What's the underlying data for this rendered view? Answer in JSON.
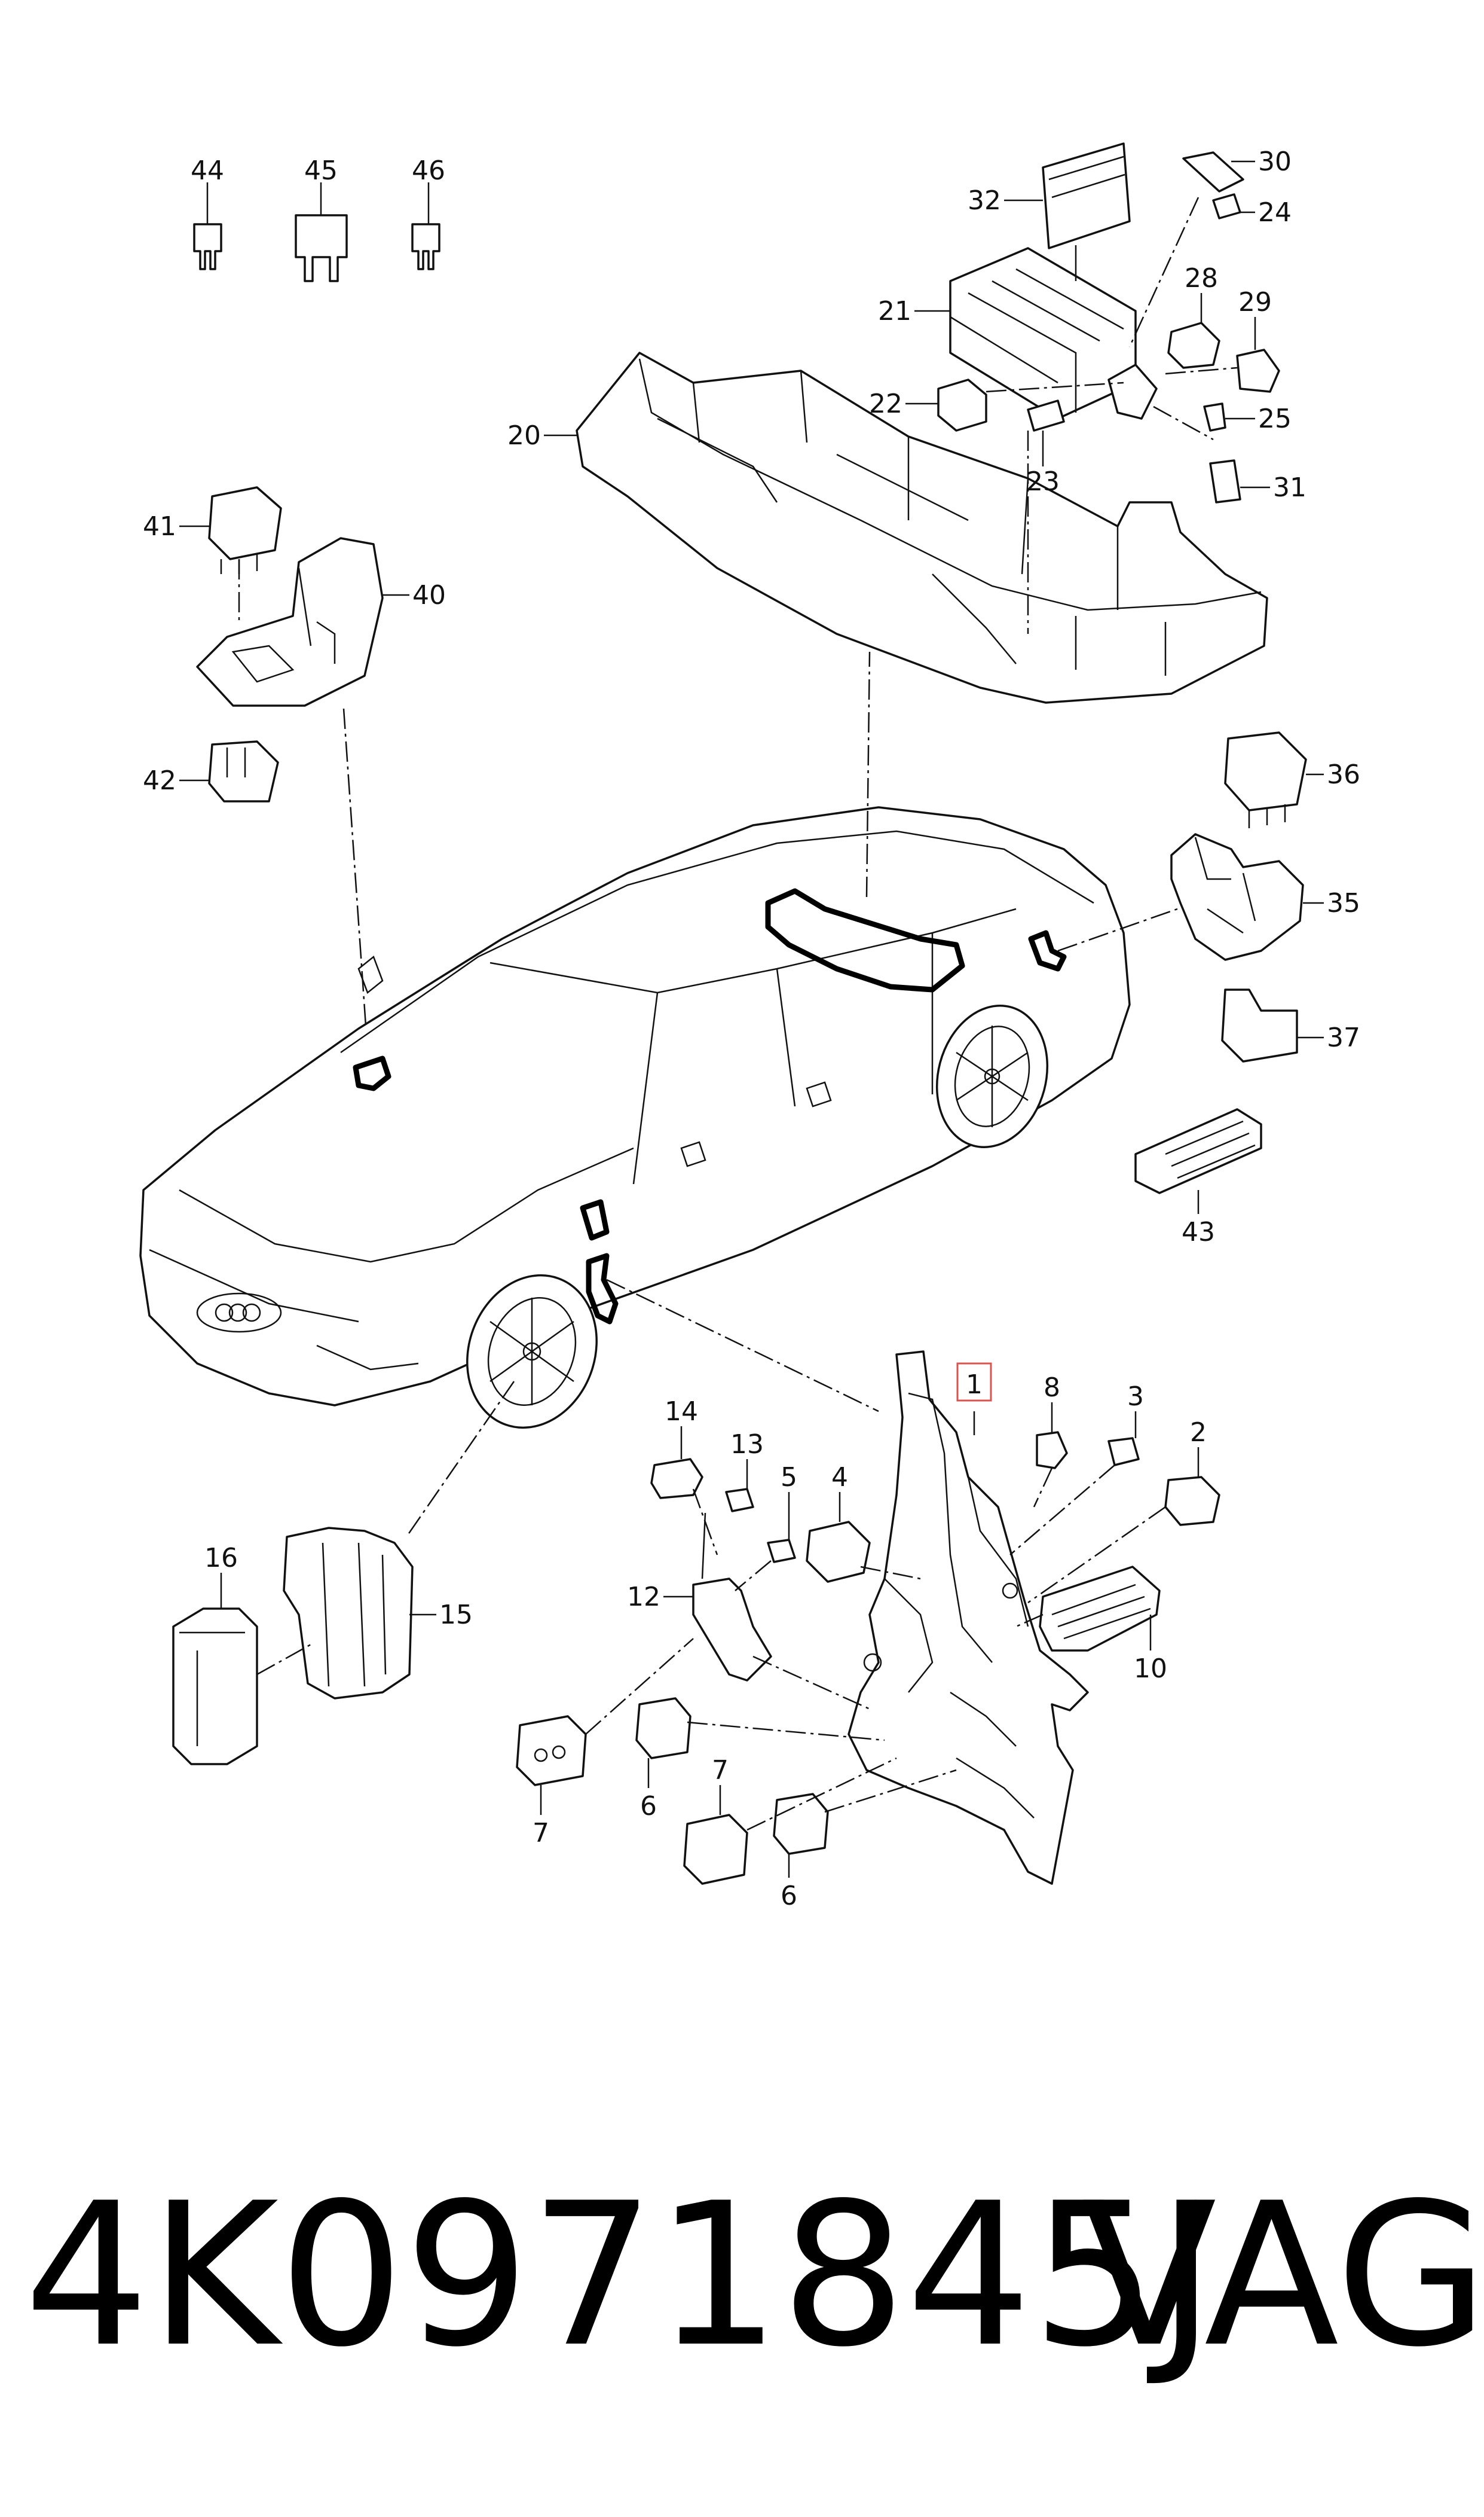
{
  "callouts": {
    "c1": "1",
    "c2": "2",
    "c3": "3",
    "c4": "4",
    "c5": "5",
    "c6a": "6",
    "c6b": "6",
    "c7a": "7",
    "c7b": "7",
    "c8": "8",
    "c10": "10",
    "c12": "12",
    "c13": "13",
    "c14": "14",
    "c15": "15",
    "c16": "16",
    "c20": "20",
    "c21": "21",
    "c22": "22",
    "c23": "23",
    "c24": "24",
    "c25": "25",
    "c28": "28",
    "c29": "29",
    "c30": "30",
    "c31": "31",
    "c32": "32",
    "c35": "35",
    "c36": "36",
    "c37": "37",
    "c40": "40",
    "c41": "41",
    "c42": "42",
    "c43": "43",
    "c44": "44",
    "c45": "45",
    "c46": "46"
  },
  "highlight": {
    "callout": "1",
    "color": "#d9534f"
  },
  "caption": {
    "part_number": "4K0971845J",
    "brand": "VAG"
  }
}
